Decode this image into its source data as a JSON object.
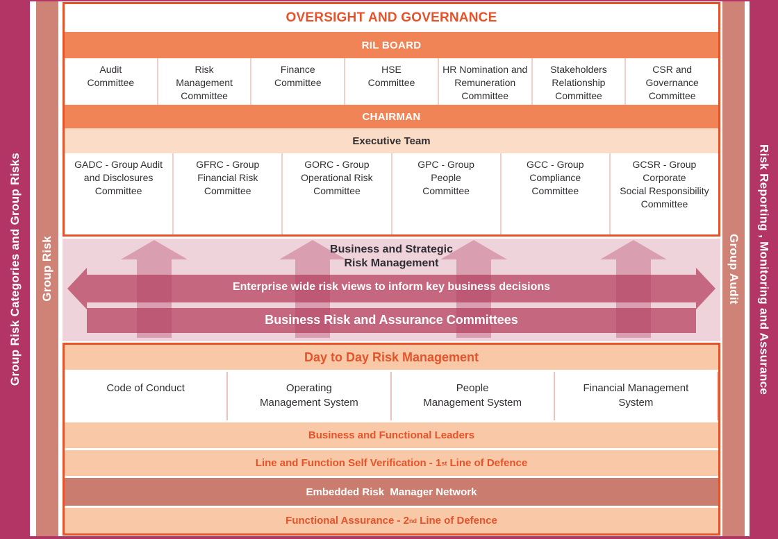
{
  "side_bars": {
    "left_outer": "Group Risk Categories and Group Risks",
    "left_inner": "Group Risk",
    "right_inner": "Group Audit",
    "right_outer": "Risk Reporting , Monitoring and Assurance"
  },
  "colors": {
    "magenta": "#b23566",
    "salmon": "#cf8276",
    "orange_bar": "#f08456",
    "accent_orange": "#e5532b",
    "peach_light": "#fbdcc6",
    "peach": "#f9c8a7",
    "embedded_bar": "#ca7c6e",
    "pink_bg": "#efd3da",
    "pink_bar": "#c4677f"
  },
  "top_section": {
    "title": "OVERSIGHT AND GOVERNANCE",
    "board_label": "RIL BOARD",
    "board_committees": [
      "Audit\nCommittee",
      "Risk\nManagement\nCommittee",
      "Finance\nCommittee",
      "HSE\nCommittee",
      "HR Nomination and\nRemuneration\nCommittee",
      "Stakeholders\nRelationship\nCommittee",
      "CSR and\nGovernance\nCommittee"
    ],
    "chairman_label": "CHAIRMAN",
    "executive_label": "Executive Team",
    "executive_committees": [
      "GADC - Group Audit\nand Disclosures\nCommittee",
      "GFRC - Group\nFinancial Risk\nCommittee",
      "GORC - Group\nOperational Risk\nCommittee",
      "GPC - Group\nPeople\nCommittee",
      "GCC - Group\nCompliance\nCommittee",
      "GCSR - Group\nCorporate\nSocial Responsibility\nCommittee"
    ]
  },
  "middle_section": {
    "title": "Business and Strategic\nRisk Management",
    "arrow_label": "Enterprise wide risk views to inform key business decisions",
    "bar_label": "Business Risk and Assurance Committees"
  },
  "bottom_section": {
    "title": "Day to Day Risk Management",
    "systems": [
      "Code of Conduct",
      "Operating\nManagement System",
      "People\nManagement System",
      "Financial Management\nSystem"
    ],
    "rows": [
      {
        "pre": "Business and Functional Leaders",
        "sup": "",
        "post": ""
      },
      {
        "pre": "Line and Function Self Verification - 1",
        "sup": "st",
        "post": " Line of Defence"
      },
      {
        "pre": "Embedded Risk  Manager Network",
        "sup": "",
        "post": ""
      },
      {
        "pre": "Functional Assurance - 2",
        "sup": "nd",
        "post": " Line of Defence"
      }
    ]
  }
}
